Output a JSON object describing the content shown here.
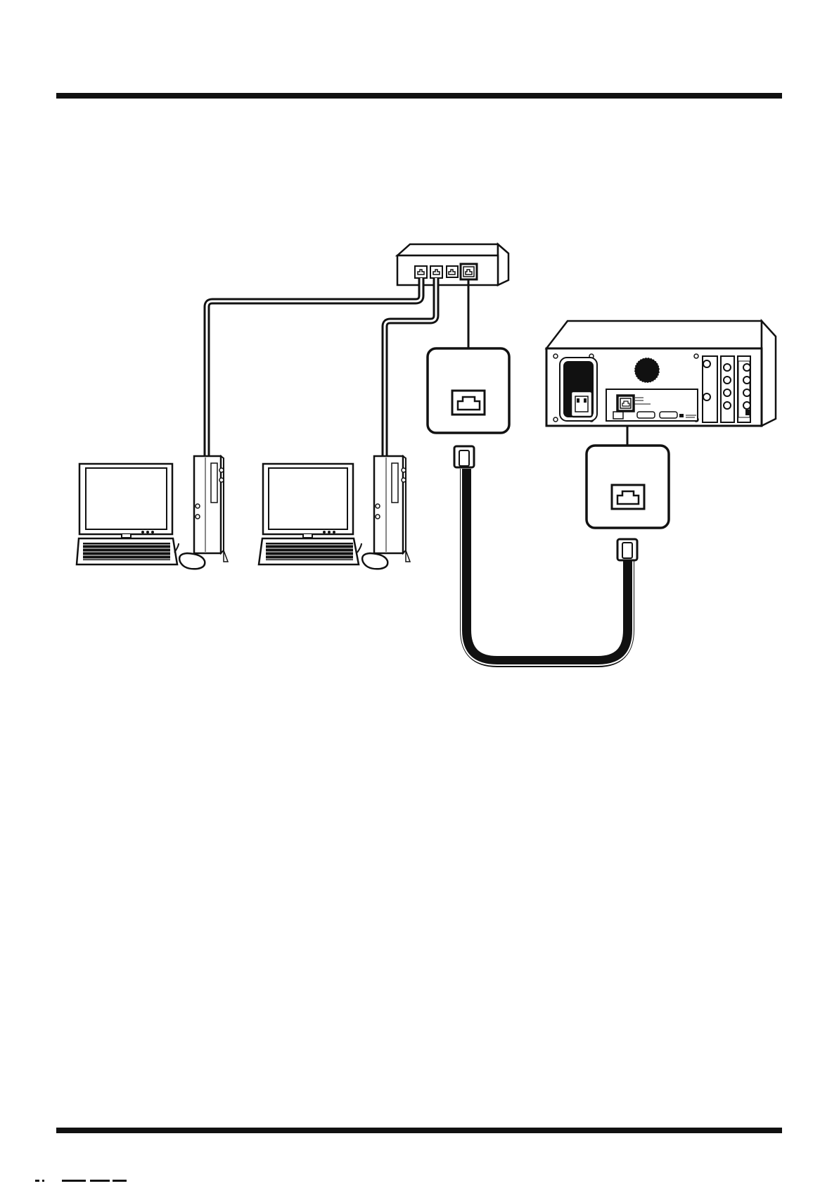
{
  "diagram": {
    "kind": "network-connection-illustration",
    "nodes": [
      "hub",
      "pc-1",
      "pc-2",
      "wall-jack-hub-side",
      "wall-jack-device-side",
      "rear-panel-device"
    ],
    "connections": [
      {
        "from": "hub-port-1",
        "to": "pc-1"
      },
      {
        "from": "hub-port-2",
        "to": "pc-2"
      },
      {
        "from": "hub-port-4",
        "to": "wall-jack-hub-side"
      },
      {
        "from": "wall-jack-hub-side",
        "to": "wall-jack-device-side",
        "via": "network-cable"
      },
      {
        "from": "wall-jack-device-side",
        "to": "rear-panel-device-lan-port"
      }
    ]
  },
  "colors": {
    "ink": "#111111",
    "paper": "#ffffff",
    "screen": "#ffffff",
    "panel": "#ffffff"
  }
}
